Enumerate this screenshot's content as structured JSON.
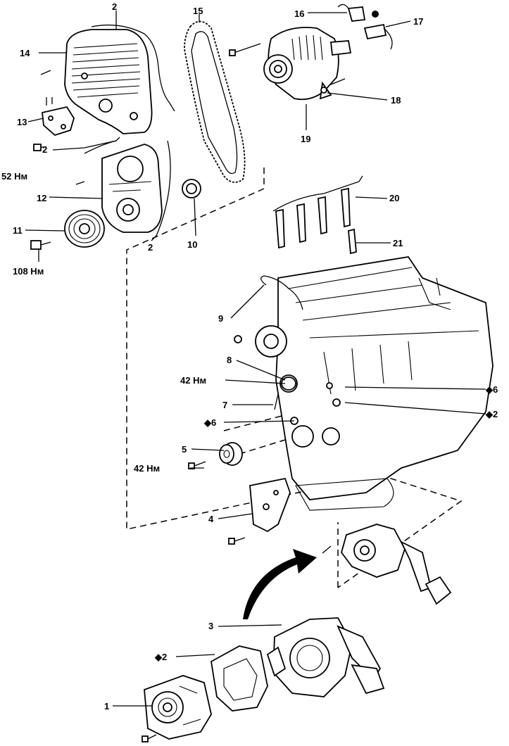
{
  "callouts": {
    "c1": "1",
    "c2_top": "2",
    "c2_left": "2",
    "c2_bottom_left": "2",
    "c2_engine_right": "◆2",
    "c2_gasket": "◆2",
    "c3": "3",
    "c4": "4",
    "c5": "5",
    "c6_left": "◆6",
    "c6_right": "◆6",
    "c7": "7",
    "c8": "8",
    "c9": "9",
    "c10": "10",
    "c11": "11",
    "c12": "12",
    "c13": "13",
    "c14": "14",
    "c15": "15",
    "c16": "16",
    "c17": "17",
    "c18": "18",
    "c19": "19",
    "c20": "20",
    "c21": "21"
  },
  "torques": {
    "t52": "52 Нм",
    "t108": "108 Нм",
    "t42_upper": "42 Нм",
    "t42_lower": "42 Нм"
  }
}
